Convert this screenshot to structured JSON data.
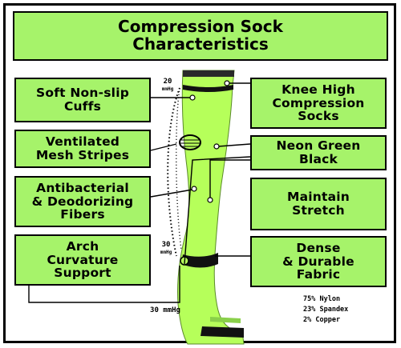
{
  "title": {
    "line1": "Compression Sock",
    "line2": "Characteristics"
  },
  "left_labels": [
    {
      "line1": "Soft Non-slip",
      "line2": "Cuffs",
      "line3": ""
    },
    {
      "line1": "Ventilated",
      "line2": "Mesh Stripes",
      "line3": ""
    },
    {
      "line1": "Antibacterial",
      "line2": "& Deodorizing",
      "line3": "Fibers"
    },
    {
      "line1": "Arch",
      "line2": "Curvature",
      "line3": "Support"
    }
  ],
  "right_labels": [
    {
      "line1": "Knee High",
      "line2": "Compression",
      "line3": "Socks"
    },
    {
      "line1": "Neon Green",
      "line2": "Black",
      "line3": ""
    },
    {
      "line1": "Maintain",
      "line2": "Stretch",
      "line3": ""
    },
    {
      "line1": "Dense",
      "line2": "& Durable",
      "line3": "Fabric"
    }
  ],
  "pressure": {
    "top_value": "20",
    "top_unit": "mmHg",
    "mid_value": "30",
    "mid_unit": "mmHg",
    "bottom": "30 mmHg"
  },
  "composition": [
    "75% Nylon",
    "23% Spandex",
    "2%  Copper"
  ],
  "colors": {
    "box_fill": "#a6f36a",
    "sock_green": "#b6ff5a",
    "sock_black": "#111111"
  }
}
